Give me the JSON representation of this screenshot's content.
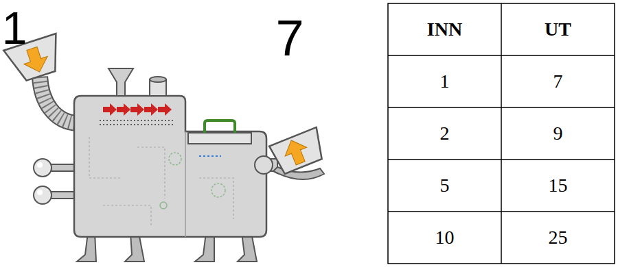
{
  "diagram": {
    "labels": [
      "1",
      "7",
      "INN",
      "UT",
      "1",
      "7",
      "2",
      "9",
      "5",
      "15",
      "10",
      "25"
    ]
  }
}
